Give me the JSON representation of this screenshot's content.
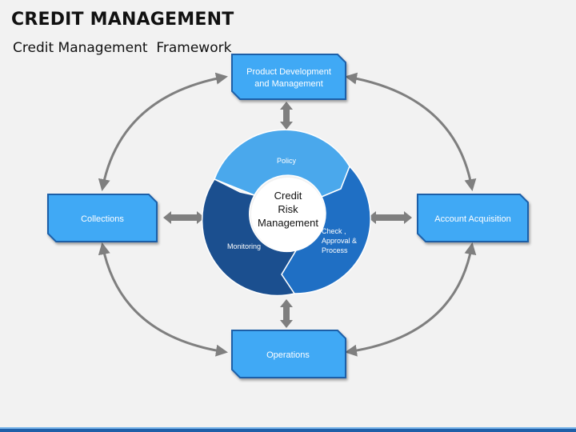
{
  "header": {
    "title": "CREDIT MANAGEMENT",
    "subtitle": "Credit Management  Framework"
  },
  "boxes": {
    "top_line1": "Product Development",
    "top_line2": "and Management",
    "left": "Collections",
    "right": "Account Acquisition",
    "bottom": "Operations"
  },
  "cycle": {
    "center_line1": "Credit",
    "center_line2": "Risk",
    "center_line3": "Management",
    "segment_policy": "Policy",
    "segment_check_line1": "Check ,",
    "segment_check_line2": "Approval &",
    "segment_check_line3": "Process",
    "segment_monitoring": "Monitoring"
  },
  "colors": {
    "box_fill": "#3fa9f5",
    "box_stroke": "#1f5fa8",
    "segment_light": "#4aa8ec",
    "segment_mid": "#1f6fc4",
    "segment_dark": "#1b4f8f",
    "arrow": "#7f7f7f"
  }
}
